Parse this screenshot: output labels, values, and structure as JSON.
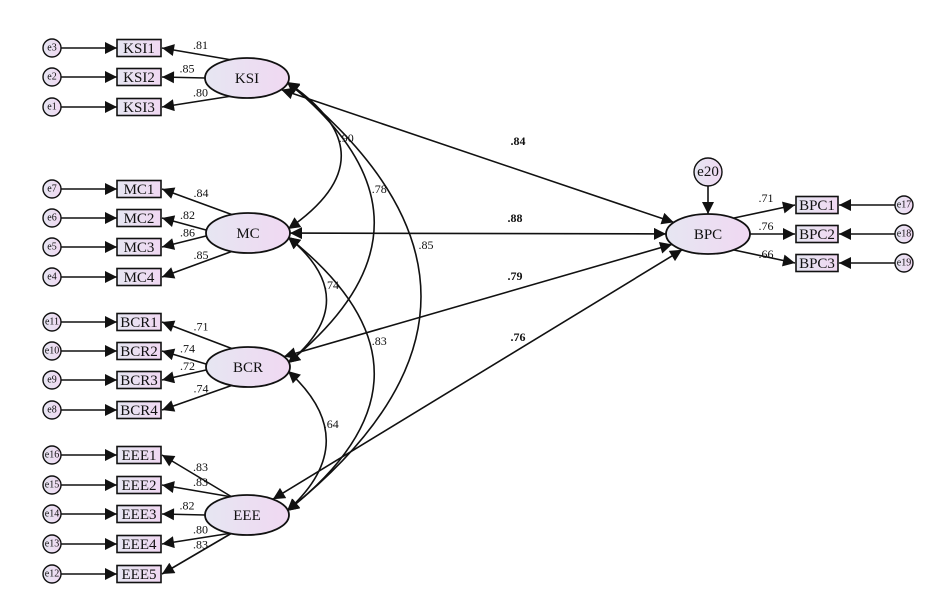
{
  "colors": {
    "fill_start": "#e6e6f2",
    "fill_end": "#f0d8f2",
    "stroke": "#111111"
  },
  "exogenous": [
    {
      "name": "KSI",
      "indicators": [
        {
          "name": "KSI1",
          "error": "e3",
          "loading": ".81"
        },
        {
          "name": "KSI2",
          "error": "e2",
          "loading": ".85"
        },
        {
          "name": "KSI3",
          "error": "e1",
          "loading": ".80"
        }
      ]
    },
    {
      "name": "MC",
      "indicators": [
        {
          "name": "MC1",
          "error": "e7",
          "loading": ".84"
        },
        {
          "name": "MC2",
          "error": "e6",
          "loading": ".82"
        },
        {
          "name": "MC3",
          "error": "e5",
          "loading": ".86"
        },
        {
          "name": "MC4",
          "error": "e4",
          "loading": ".85"
        }
      ]
    },
    {
      "name": "BCR",
      "indicators": [
        {
          "name": "BCR1",
          "error": "e11",
          "loading": ".71"
        },
        {
          "name": "BCR2",
          "error": "e10",
          "loading": ".74"
        },
        {
          "name": "BCR3",
          "error": "e9",
          "loading": ".72"
        },
        {
          "name": "BCR4",
          "error": "e8",
          "loading": ".74"
        }
      ]
    },
    {
      "name": "EEE",
      "indicators": [
        {
          "name": "EEE1",
          "error": "e16",
          "loading": ".83"
        },
        {
          "name": "EEE2",
          "error": "e15",
          "loading": ".83"
        },
        {
          "name": "EEE3",
          "error": "e14",
          "loading": ".82"
        },
        {
          "name": "EEE4",
          "error": "e13",
          "loading": ".80"
        },
        {
          "name": "EEE5",
          "error": "e12",
          "loading": ".83"
        }
      ]
    }
  ],
  "endogenous": {
    "name": "BPC",
    "disturbance": "e20",
    "indicators": [
      {
        "name": "BPC1",
        "error": "e17",
        "loading": ".71"
      },
      {
        "name": "BPC2",
        "error": "e18",
        "loading": ".76"
      },
      {
        "name": "BPC3",
        "error": "e19",
        "loading": ".66"
      }
    ]
  },
  "correlations": [
    {
      "from": "KSI",
      "to": "MC",
      "value": ".90"
    },
    {
      "from": "KSI",
      "to": "BCR",
      "value": ".78"
    },
    {
      "from": "KSI",
      "to": "EEE",
      "value": ".85"
    },
    {
      "from": "MC",
      "to": "BCR",
      "value": ".74"
    },
    {
      "from": "MC",
      "to": "EEE",
      "value": ".83"
    },
    {
      "from": "BCR",
      "to": "EEE",
      "value": ".64"
    }
  ],
  "paths": [
    {
      "from": "KSI",
      "to": "BPC",
      "value": ".84"
    },
    {
      "from": "MC",
      "to": "BPC",
      "value": ".88"
    },
    {
      "from": "BCR",
      "to": "BPC",
      "value": ".79"
    },
    {
      "from": "EEE",
      "to": "BPC",
      "value": ".76"
    }
  ]
}
